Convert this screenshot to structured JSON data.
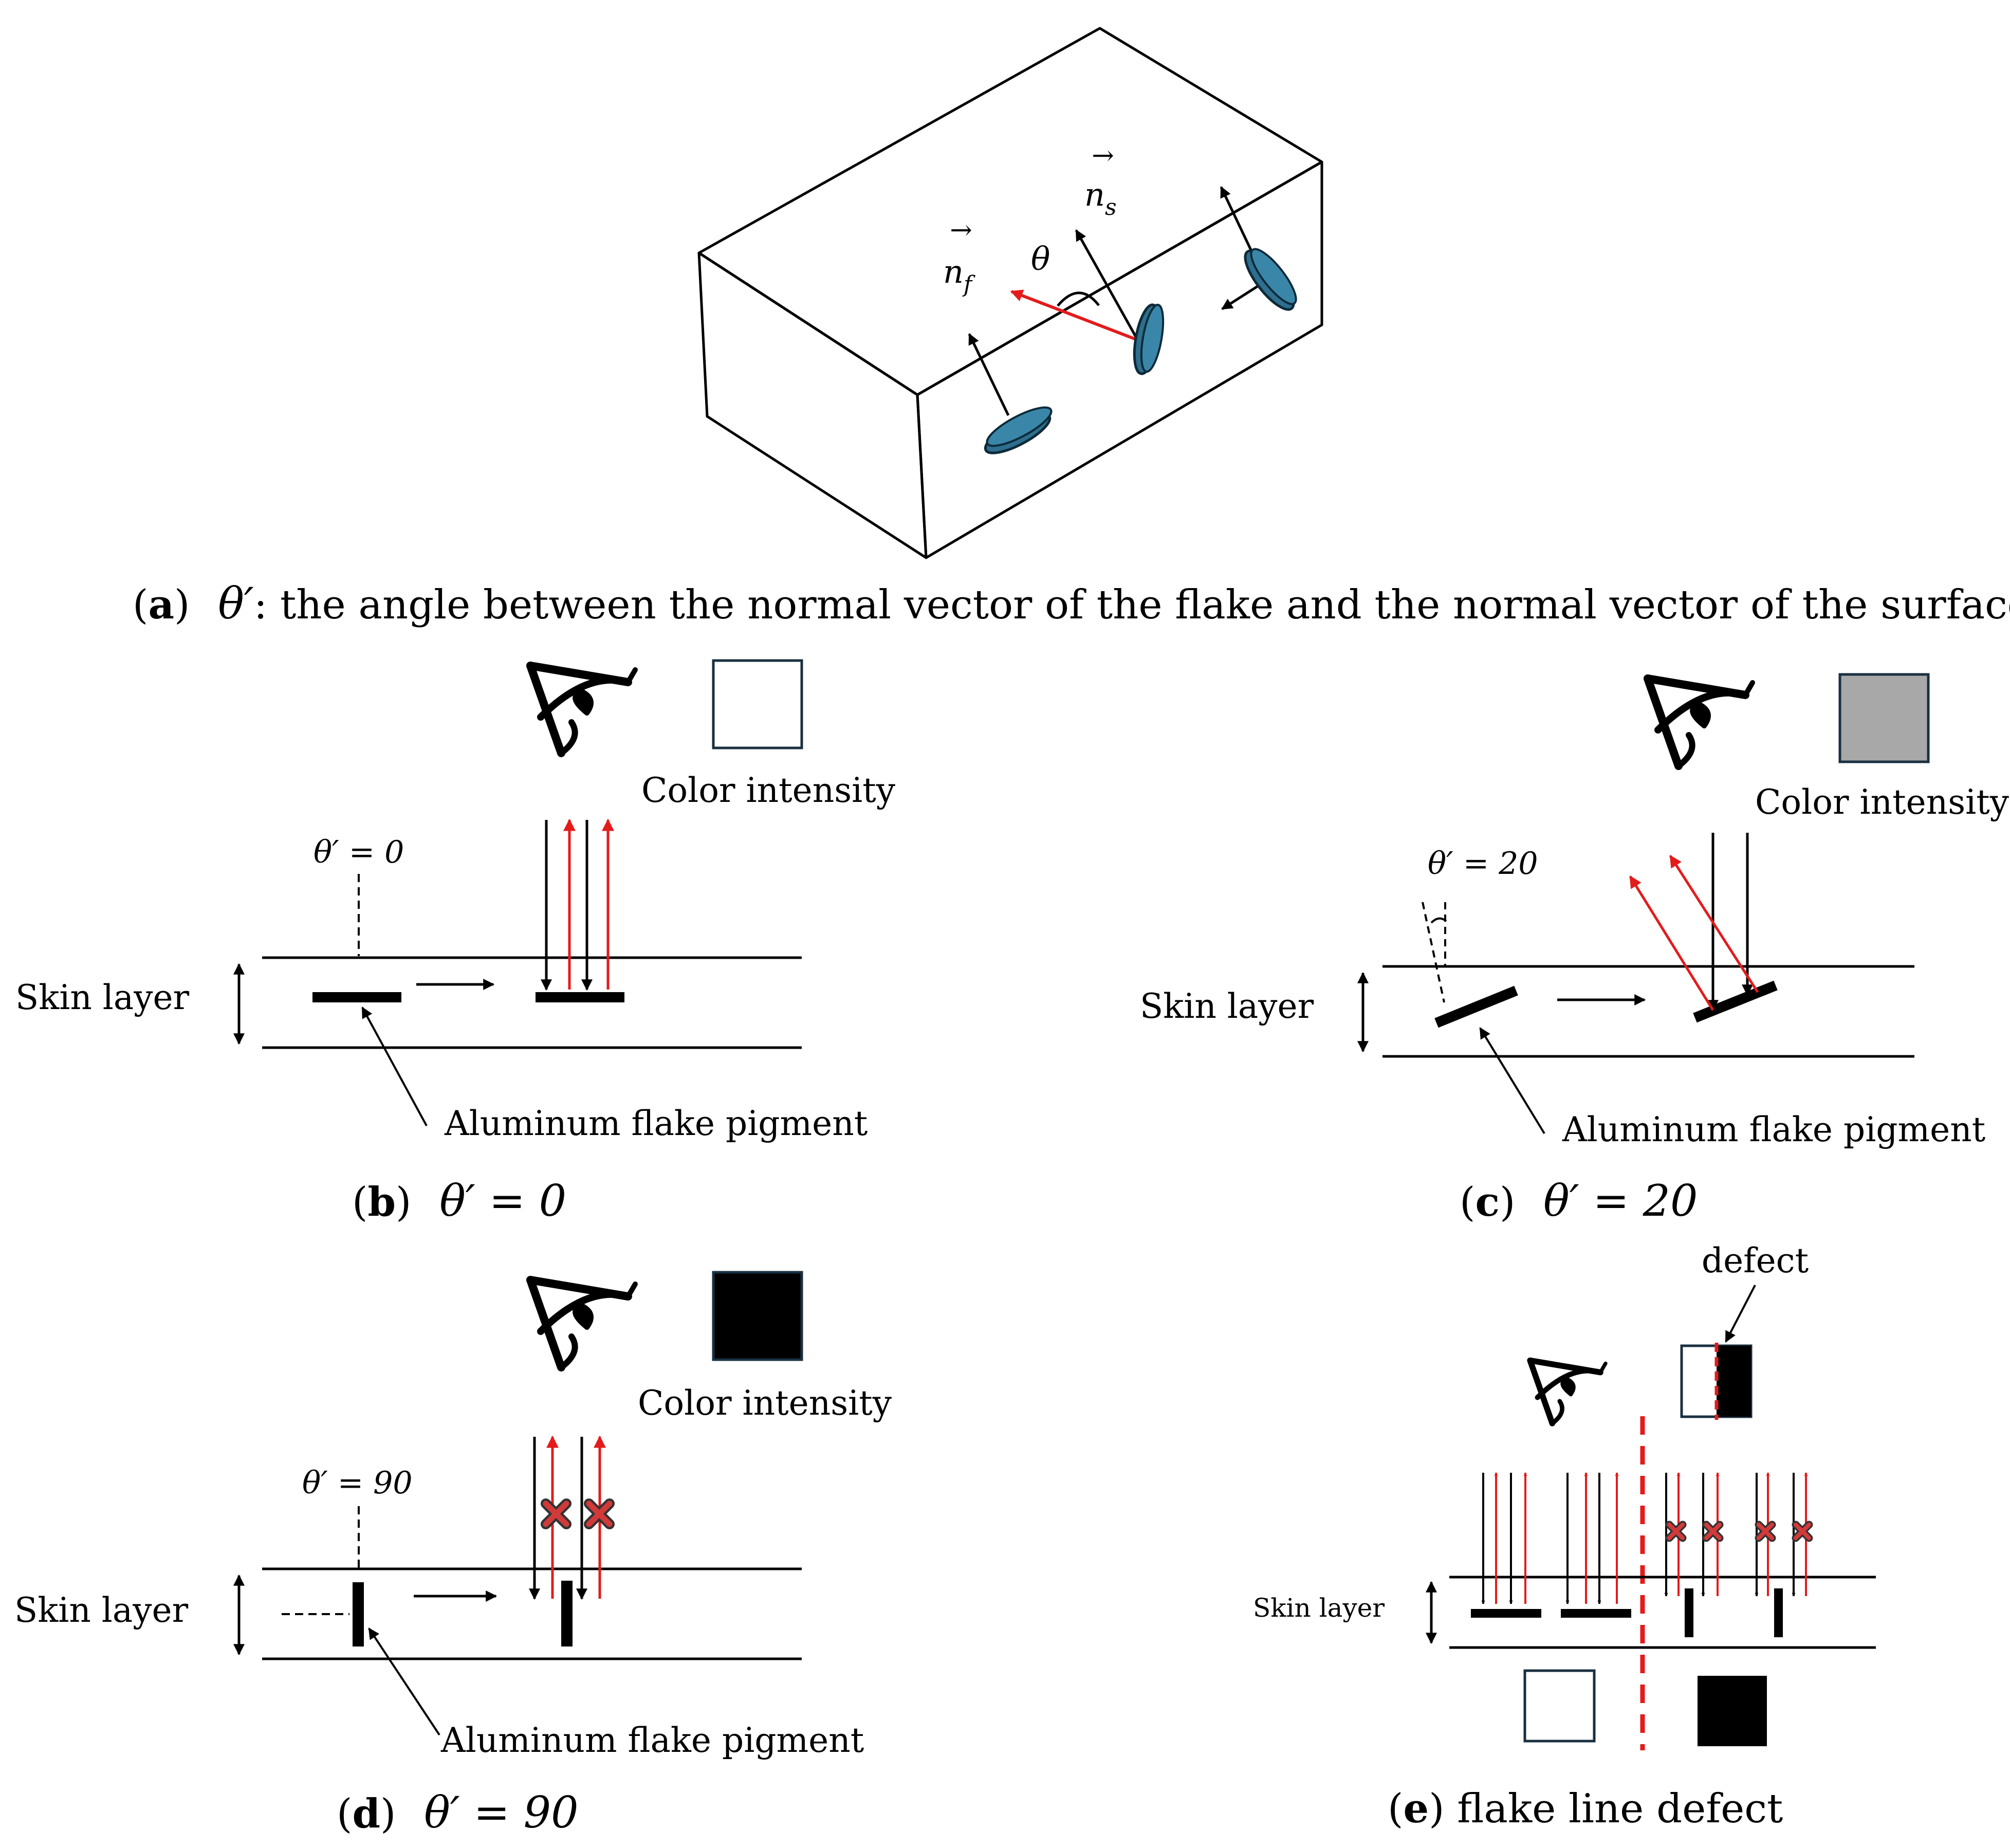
{
  "panel_a": {
    "caption_label": "a",
    "caption_symbol": "θ′",
    "caption_text": ": the angle between the normal vector of the flake and the normal vector of the surface",
    "n_f": "n",
    "n_f_sub": "f",
    "n_s": "n",
    "n_s_sub": "s",
    "theta": "θ",
    "flake_color": "#2e6e8e"
  },
  "panel_b": {
    "caption_label": "b",
    "caption_math": "θ′ = 0",
    "angle_text": "θ′ = 0",
    "skin_layer": "Skin layer",
    "pigment": "Aluminum flake pigment",
    "color_intensity": "Color intensity",
    "swatch_color": "#ffffff"
  },
  "panel_c": {
    "caption_label": "c",
    "caption_math": "θ′ = 20",
    "angle_text": "θ′ = 20",
    "skin_layer": "Skin layer",
    "pigment": "Aluminum flake pigment",
    "color_intensity": "Color intensity",
    "swatch_color": "#a8a8a8"
  },
  "panel_d": {
    "caption_label": "d",
    "caption_math": "θ′ = 90",
    "angle_text": "θ′ = 90",
    "skin_layer": "Skin layer",
    "pigment": "Aluminum flake pigment",
    "color_intensity": "Color intensity",
    "swatch_color": "#000000"
  },
  "panel_e": {
    "caption_label": "e",
    "caption_text": " flake line defect",
    "defect": "defect",
    "skin_layer": "Skin layer"
  },
  "colors": {
    "reflected_ray": "#e31b1b",
    "incident_ray": "#000000",
    "cross_fill": "#d23a3a",
    "cross_edge": "#333333"
  }
}
